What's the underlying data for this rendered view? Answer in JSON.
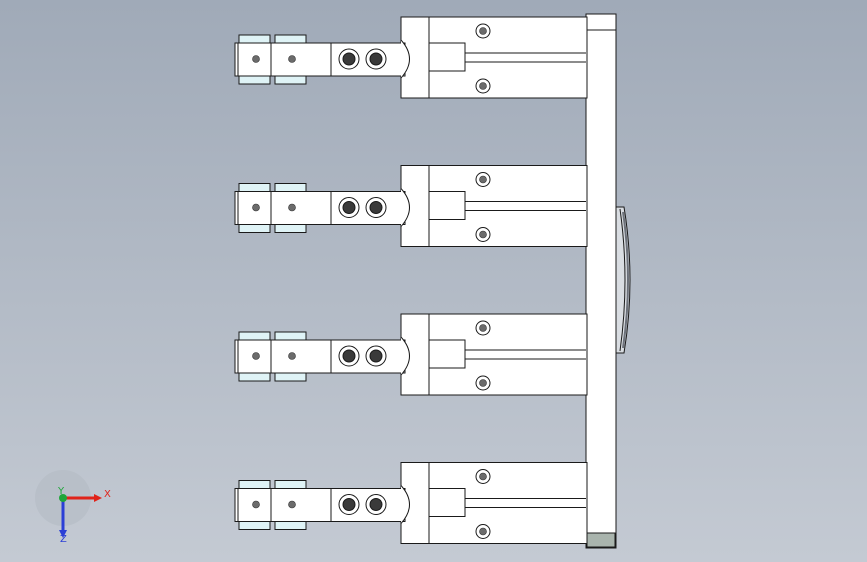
{
  "view": {
    "background_top": "#a0aab8",
    "background_bottom": "#c4cad3"
  },
  "assembly": {
    "gripper_count": 4,
    "base_plate_accent": "#a9b4ad",
    "pad_color": "#dff3f6"
  },
  "triad": {
    "x_label": "X",
    "y_label": "Y",
    "z_label": "Z",
    "x_color": "#e0231a",
    "y_color": "#1fa63a",
    "z_color": "#2b3fd6"
  }
}
